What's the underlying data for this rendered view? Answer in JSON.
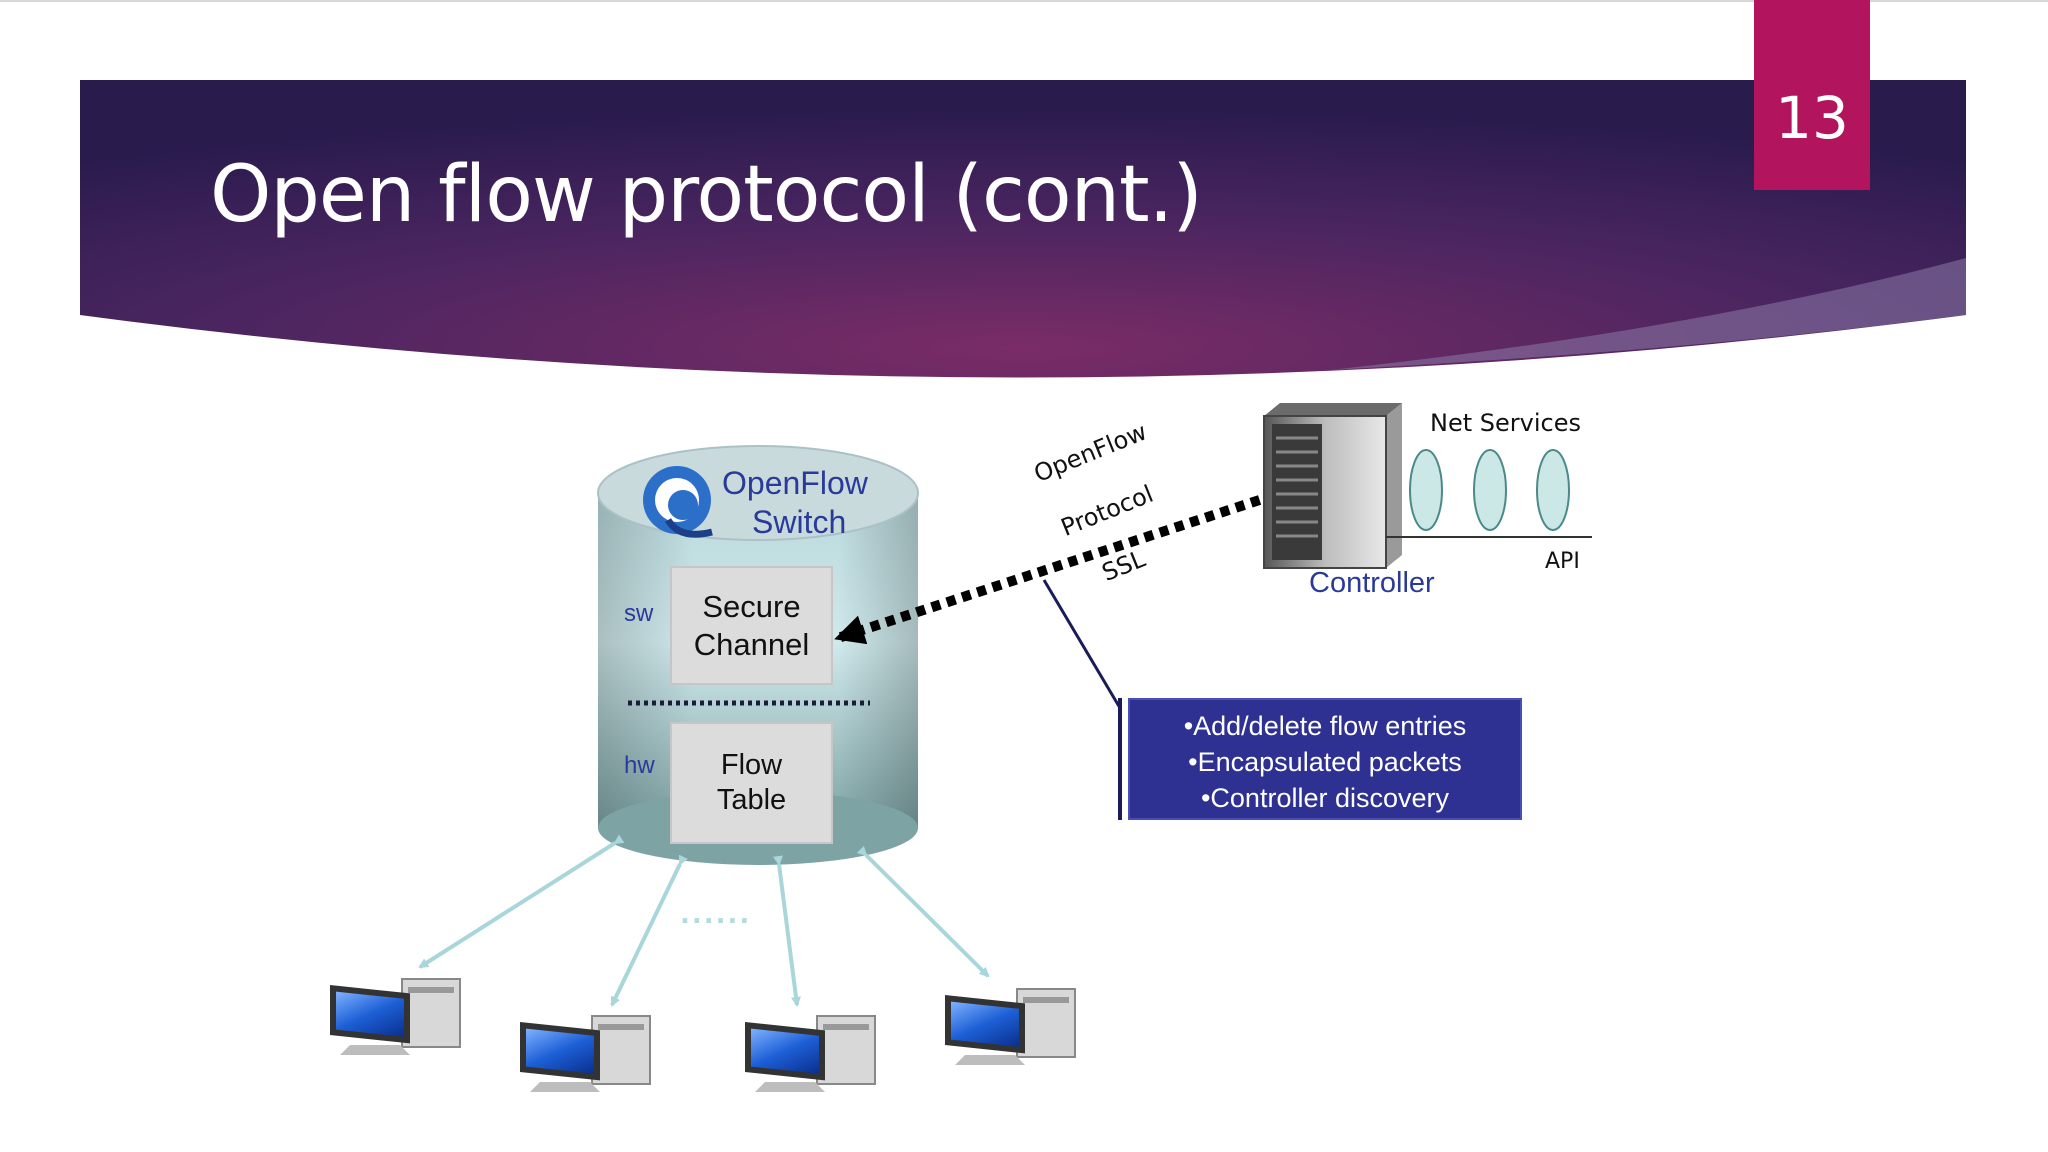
{
  "slide": {
    "title": "Open flow protocol (cont.)",
    "number": "13"
  },
  "diagram": {
    "switch_title_line1": "OpenFlow",
    "switch_title_line2": "Switch",
    "sw_label": "sw",
    "hw_label": "hw",
    "secure_channel_line1": "Secure",
    "secure_channel_line2": "Channel",
    "flow_table_line1": "Flow",
    "flow_table_line2": "Table",
    "protocol_line1": "OpenFlow",
    "protocol_line2": "Protocol",
    "protocol_line3": "SSL",
    "controller_label": "Controller",
    "net_services_label": "Net Services",
    "api_label": "API",
    "ellipsis": "......",
    "info_items": [
      "Add/delete flow entries",
      "Encapsulated packets",
      "Controller discovery"
    ]
  },
  "colors": {
    "header_gradient": [
      "#3a1f5c",
      "#6e2a62",
      "#2b1c4e"
    ],
    "slide_number_bg": "#b3145e",
    "info_box_bg": "#2e3192",
    "cylinder_light": "#d9eef0",
    "cylinder_dark": "#7ea7a8"
  }
}
